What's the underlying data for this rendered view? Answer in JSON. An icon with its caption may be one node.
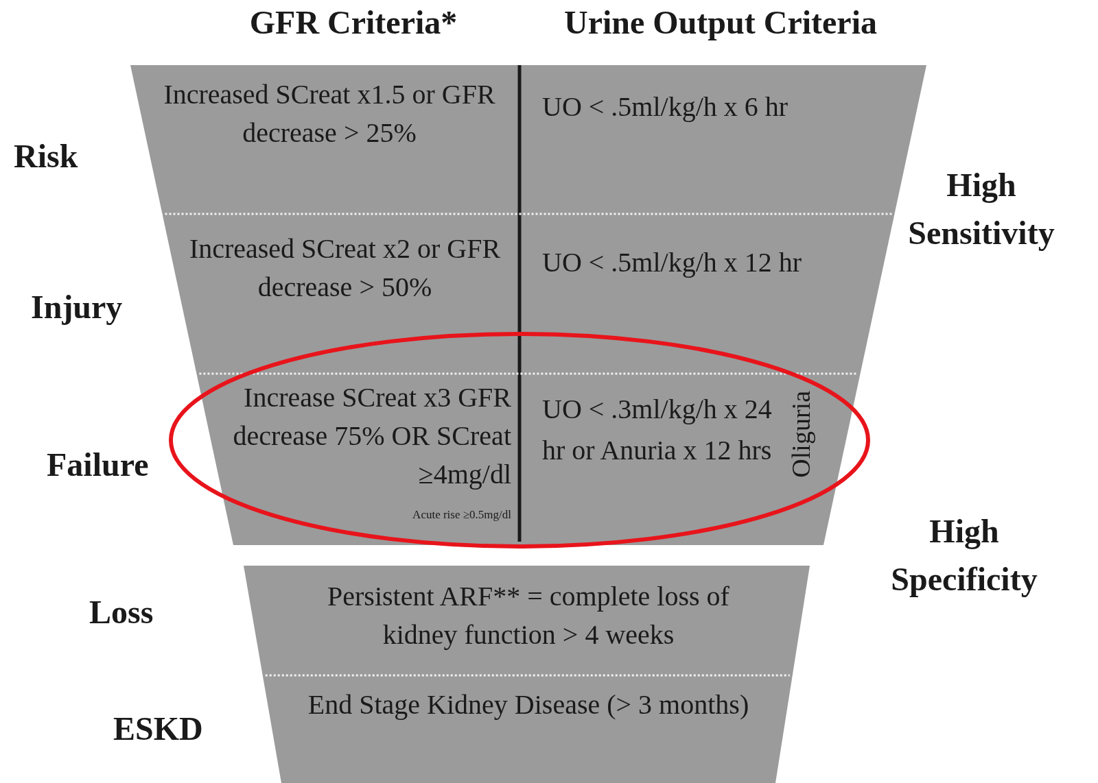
{
  "diagram": {
    "nodes": [
      {
        "text": [
          "Increased SCreat x1.5 or GFR decrease > 25%",
          "UO < .5ml/kg/h x 6 hr"
        ],
        "beside": [
          "Risk"
        ]
      },
      {
        "text": [
          "Increased SCreat x2 or GFR decrease > 50%",
          "UO < .5ml/kg/h x 12 hr"
        ],
        "beside": [
          "Injury"
        ]
      },
      {
        "text": [
          "Increase SCreat x3 GFR decrease 75% OR SCreat ≥4mg/dl",
          "Acute rise ≥0.5mg/dl",
          "UO < .3ml/kg/h x 24 hr or Anuria x 12 hrs",
          "Oliguria"
        ],
        "beside": [
          "Failure"
        ]
      },
      {
        "text": [
          "Persistent ARF** = complete loss of kidney function > 4 weeks"
        ],
        "beside": [
          "Loss"
        ]
      },
      {
        "text": [
          "End Stage Kidney Disease (> 3 months)"
        ],
        "beside": [
          "ESKD"
        ]
      }
    ],
    "labels": [
      "GFR Criteria*",
      "Urine Output Criteria",
      "High Sensitivity",
      "High Specificity"
    ]
  }
}
